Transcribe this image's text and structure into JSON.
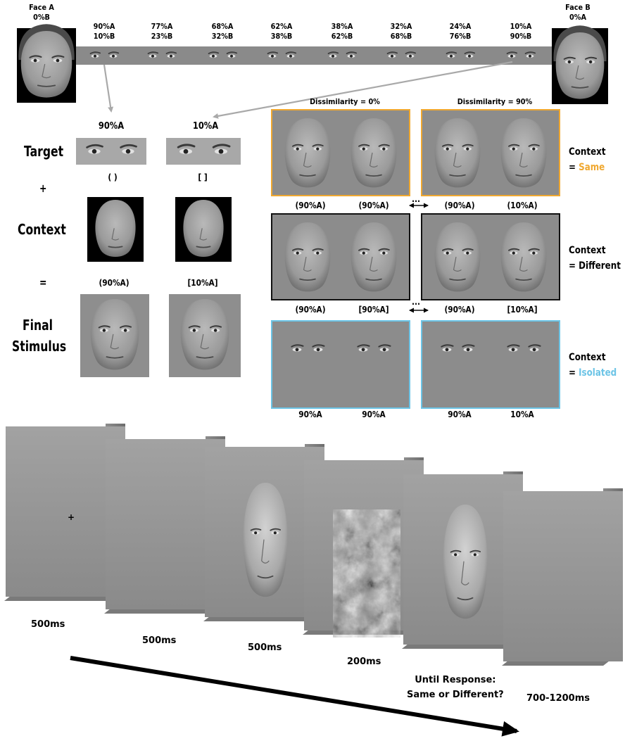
{
  "morph": {
    "faceA": {
      "title": "Face A",
      "sub": "0%B"
    },
    "faceB": {
      "title": "Face B",
      "sub": "0%A"
    },
    "steps": [
      {
        "a": "90%A",
        "b": "10%B"
      },
      {
        "a": "77%A",
        "b": "23%B"
      },
      {
        "a": "68%A",
        "b": "32%B"
      },
      {
        "a": "62%A",
        "b": "38%B"
      },
      {
        "a": "38%A",
        "b": "62%B"
      },
      {
        "a": "32%A",
        "b": "68%B"
      },
      {
        "a": "24%A",
        "b": "76%B"
      },
      {
        "a": "10%A",
        "b": "90%B"
      }
    ]
  },
  "construction": {
    "target_label": "Target",
    "plus": "+",
    "context_label": "Context",
    "equals": "=",
    "final_label_1": "Final",
    "final_label_2": "Stimulus",
    "col1": {
      "pct": "90%A",
      "bracket": "( )",
      "result": "(90%A)"
    },
    "col2": {
      "pct": "10%A",
      "bracket": "[ ]",
      "result": "[10%A]"
    }
  },
  "conditions": {
    "dissim_0": "Dissimilarity = 0%",
    "dissim_90": "Dissimilarity = 90%",
    "ellipsis": "...",
    "context_word": "Context",
    "same": {
      "prefix": "= ",
      "label": "Same",
      "color": "#f0a830",
      "labels": [
        "(90%A)",
        "(90%A)",
        "(90%A)",
        "(10%A)"
      ]
    },
    "different": {
      "label": "= Different",
      "color": "#000000",
      "labels": [
        "(90%A)",
        "[90%A]",
        "(90%A)",
        "[10%A]"
      ]
    },
    "isolated": {
      "prefix": "= ",
      "label": "Isolated",
      "color": "#6cc4e6",
      "labels": [
        "90%A",
        "90%A",
        "90%A",
        "10%A"
      ]
    }
  },
  "timeline": {
    "fixation": "+",
    "durations": [
      "500ms",
      "500ms",
      "500ms",
      "200ms",
      "700-1200ms"
    ],
    "response_1": "Until Response:",
    "response_2": "Same or Different?"
  }
}
